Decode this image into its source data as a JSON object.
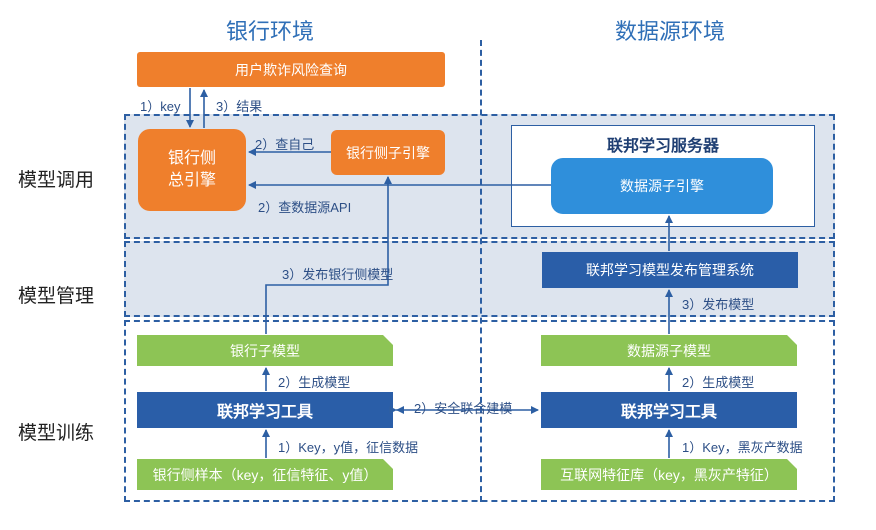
{
  "environments": {
    "bank": "银行环境",
    "datasource": "数据源环境"
  },
  "rows": {
    "invoke": "模型调用",
    "manage": "模型管理",
    "train": "模型训练"
  },
  "nodes": {
    "user_query": "用户欺诈风险查询",
    "bank_main_engine": "银行侧\n总引擎",
    "bank_sub_engine": "银行侧子引擎",
    "fl_server": "联邦学习服务器",
    "ds_sub_engine": "数据源子引擎",
    "fl_publish_system": "联邦学习模型发布管理系统",
    "bank_submodel": "银行子模型",
    "ds_submodel": "数据源子模型",
    "bank_fl_tool": "联邦学习工具",
    "ds_fl_tool": "联邦学习工具",
    "bank_samples": "银行侧样本（key，征信特征、y值）",
    "ds_features": "互联网特征库（key，黑灰产特征）"
  },
  "edges": {
    "key": "1）key",
    "result": "3）结果",
    "self_query": "2）查自己",
    "ds_api": "2）查数据源API",
    "publish_bank": "3）发布银行侧模型",
    "publish_model": "3）发布模型",
    "gen_bank": "2）生成模型",
    "gen_ds": "2）生成模型",
    "secure_modeling": "2）安全联合建模",
    "bank_input": "1）Key，y值，征信数据",
    "ds_input": "1）Key，黑灰产数据"
  },
  "colors": {
    "orange": "#ef7f2c",
    "dark_blue": "#2a5ea8",
    "light_blue": "#2f8fdb",
    "green": "#8dc455",
    "band_bg": "#dde4ee",
    "line": "#2d5fa3"
  }
}
